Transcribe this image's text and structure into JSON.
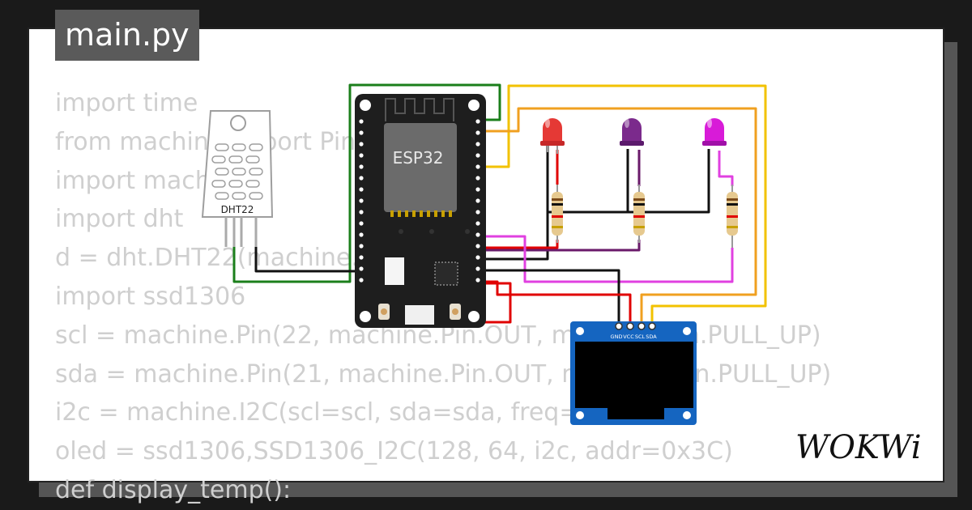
{
  "editor": {
    "filename": "main.py",
    "code_lines": [
      "import time",
      "from machine import Pin",
      "import machine",
      "import dht",
      "d = dht.DHT22(machine.Pin(4))",
      "import ssd1306",
      "scl = machine.Pin(22, machine.Pin.OUT, machine.Pin.PULL_UP)",
      "sda = machine.Pin(21, machine.Pin.OUT, machine.Pin.PULL_UP)",
      "i2c = machine.I2C(scl=scl, sda=sda, freq=400000)",
      "oled = ssd1306,SSD1306_I2C(128, 64, i2c, addr=0x3C)",
      "def display_temp():"
    ]
  },
  "components": {
    "sensor_label": "DHT22",
    "mcu_label": "ESP32",
    "oled_pins": [
      "GND",
      "VCC",
      "SCL",
      "SDA"
    ],
    "leds": [
      {
        "name": "led-red",
        "color": "#e53935"
      },
      {
        "name": "led-purple",
        "color": "#7b2a8c"
      },
      {
        "name": "led-magenta",
        "color": "#d81bd8"
      }
    ]
  },
  "brand": {
    "logo_text": "WOKWi"
  },
  "colors": {
    "wire_green": "#1b7f1b",
    "wire_black": "#111111",
    "wire_red": "#e00000",
    "wire_yellow": "#f2c200",
    "wire_orange": "#f0a020",
    "wire_magenta": "#e040e0",
    "wire_purple": "#6a1a6a",
    "board": "#1e1e1e",
    "oled_pcb": "#1565c0"
  }
}
